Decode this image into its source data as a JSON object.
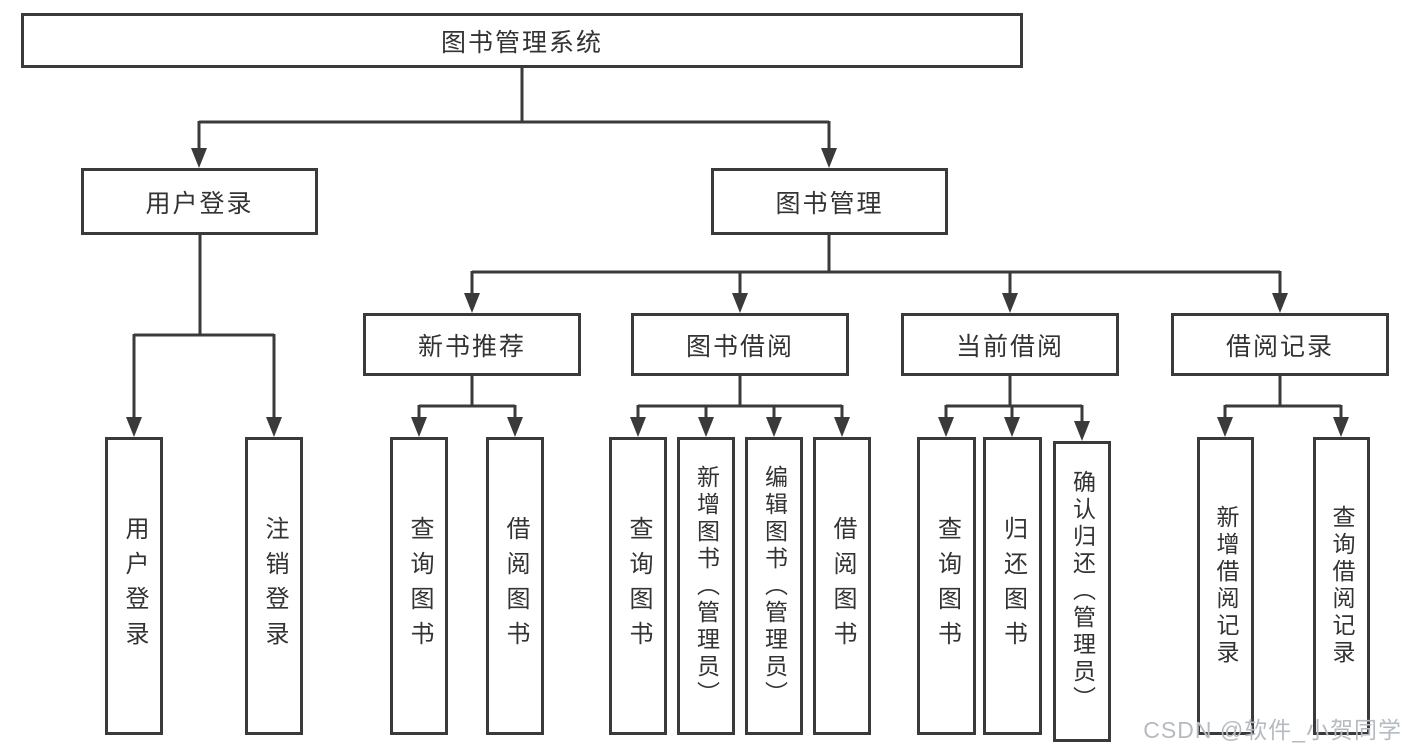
{
  "diagram": {
    "title": "图书管理系统",
    "level2": {
      "user_login": {
        "label": "用户登录"
      },
      "book_mgmt": {
        "label": "图书管理"
      }
    },
    "level3": {
      "new_books": {
        "label": "新书推荐"
      },
      "book_borrow": {
        "label": "图书借阅"
      },
      "current_borrow": {
        "label": "当前借阅"
      },
      "borrow_records": {
        "label": "借阅记录"
      }
    },
    "leaves": {
      "user_login": [
        "用户登录",
        "注销登录"
      ],
      "new_books": [
        "查询图书",
        "借阅图书"
      ],
      "book_borrow": [
        "查询图书",
        "新增图书（管理员）",
        "编辑图书（管理员）",
        "借阅图书"
      ],
      "current_borrow": [
        "查询图书",
        "归还图书",
        "确认归还（管理员）"
      ],
      "borrow_records": [
        "新增借阅记录",
        "查询借阅记录"
      ]
    }
  },
  "watermark": {
    "text": "CSDN @软件_小贺同学"
  },
  "colors": {
    "line": "#3a3a3a",
    "text": "#333333",
    "watermark": "#b6bac1",
    "background": "#ffffff"
  }
}
